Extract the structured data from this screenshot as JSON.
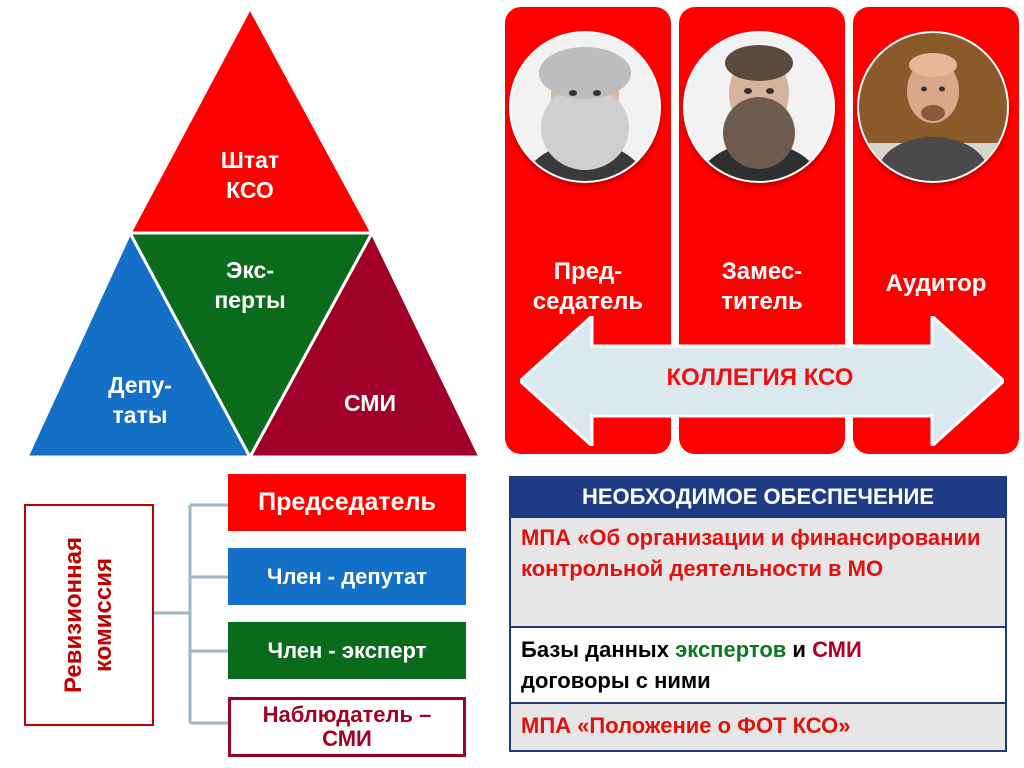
{
  "pyramid": {
    "top": "Штат\nКСО",
    "center": "Экс-\nперты",
    "left": "Депу-\nтаты",
    "right": "СМИ",
    "colors": {
      "top": "#ff0000",
      "center": "#0a6b1d",
      "left": "#1370c6",
      "right": "#a00028"
    }
  },
  "collegium": {
    "label": "КОЛЛЕГИЯ КСО",
    "members": [
      {
        "title": "Пред-\nседатель"
      },
      {
        "title": "Замес-\nтитель"
      },
      {
        "title": "Аудитор"
      }
    ]
  },
  "revision": {
    "title": "Ревизионная\nкомиссия",
    "members": [
      {
        "label": "Председатель"
      },
      {
        "label": "Член - депутат"
      },
      {
        "label": "Член - эксперт"
      },
      {
        "label": "Наблюдатель –\nСМИ"
      }
    ]
  },
  "support": {
    "header": "НЕОБХОДИМОЕ ОБЕСПЕЧЕНИЕ",
    "row1": "МПА «Об организации и финансировании контрольной деятельности в МО",
    "row2": {
      "part1": "Базы данных ",
      "part2": "экспертов",
      "part3": " и ",
      "part4": "СМИ",
      "part5": "договоры с ними"
    },
    "row3": "МПА «Положение о ФОТ КСО»"
  }
}
